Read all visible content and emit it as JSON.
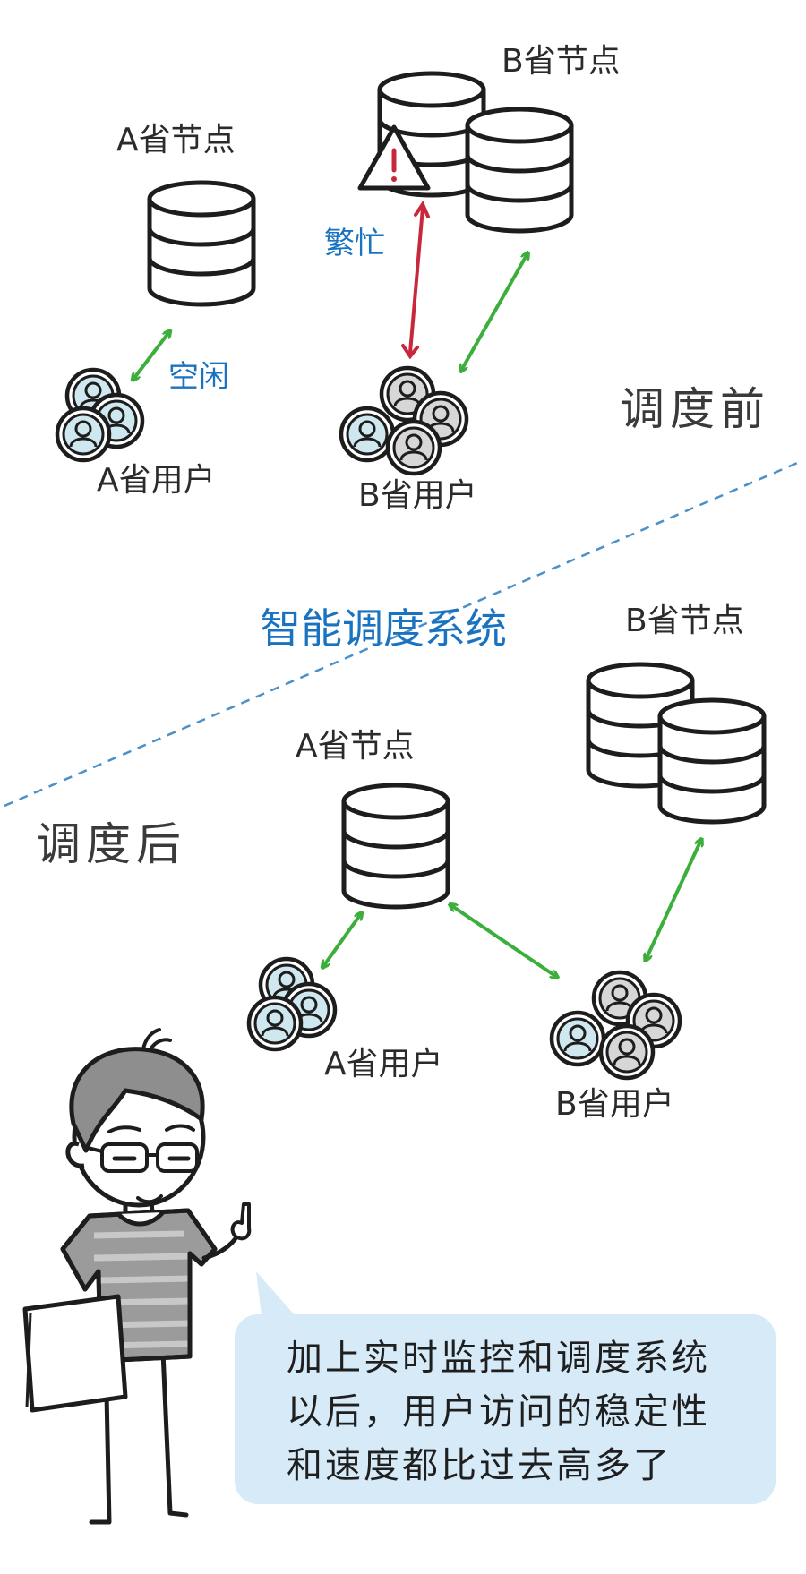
{
  "before": {
    "a_node_label": "A省节点",
    "b_node_label": "B省节点",
    "a_users_label": "A省用户",
    "b_users_label": "B省用户",
    "idle_label": "空闲",
    "busy_label": "繁忙",
    "section_label": "调度前"
  },
  "system_label": "智能调度系统",
  "after": {
    "a_node_label": "A省节点",
    "b_node_label": "B省节点",
    "a_users_label": "A省用户",
    "b_users_label": "B省用户",
    "section_label": "调度后"
  },
  "speech": {
    "lines": [
      "加上实时监控和调度系统",
      "以后，用户访问的稳定性",
      "和速度都比过去高多了"
    ]
  },
  "colors": {
    "green_arrow": "#3cae3c",
    "red_arrow": "#c8283c",
    "blue_text": "#1a73c0",
    "dashed_line": "#4a90c9",
    "bubble": "#d6eaf8"
  }
}
